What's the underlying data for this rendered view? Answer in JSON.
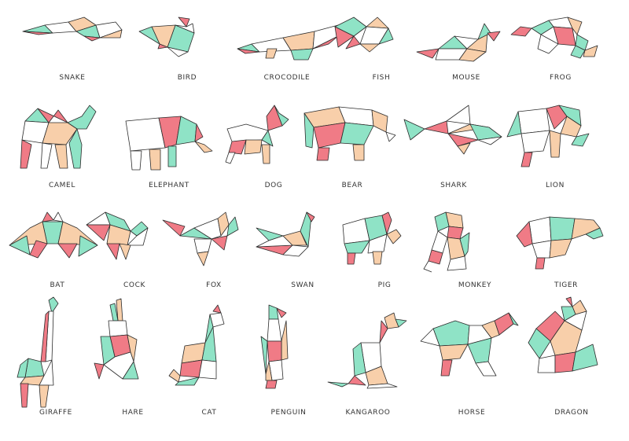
{
  "palette": {
    "mint": "#8fe3c6",
    "coral": "#f07b86",
    "peach": "#f8cfaa",
    "white": "#ffffff",
    "outline": "#2b2b2b",
    "label": "#333333"
  },
  "rows": [
    [
      {
        "label": "SNAKE",
        "shape": "snake"
      },
      {
        "label": "BIRD",
        "shape": "bird"
      },
      {
        "label": "CROCODILE",
        "shape": "crocodile"
      },
      {
        "label": "FISH",
        "shape": "fish"
      },
      {
        "label": "MOUSE",
        "shape": "mouse"
      },
      {
        "label": "FROG",
        "shape": "frog"
      }
    ],
    [
      {
        "label": "CAMEL",
        "shape": "camel"
      },
      {
        "label": "ELEPHANT",
        "shape": "elephant"
      },
      {
        "label": "DOG",
        "shape": "dog"
      },
      {
        "label": "BEAR",
        "shape": "bear"
      },
      {
        "label": "SHARK",
        "shape": "shark"
      },
      {
        "label": "LION",
        "shape": "lion"
      }
    ],
    [
      {
        "label": "BAT",
        "shape": "bat"
      },
      {
        "label": "COCK",
        "shape": "cock"
      },
      {
        "label": "FOX",
        "shape": "fox"
      },
      {
        "label": "SWAN",
        "shape": "swan"
      },
      {
        "label": "PIG",
        "shape": "pig"
      },
      {
        "label": "MONKEY",
        "shape": "monkey"
      },
      {
        "label": "TIGER",
        "shape": "tiger"
      }
    ],
    [
      {
        "label": "GIRAFFE",
        "shape": "giraffe"
      },
      {
        "label": "HARE",
        "shape": "hare"
      },
      {
        "label": "CAT",
        "shape": "cat"
      },
      {
        "label": "PENGUIN",
        "shape": "penguin"
      },
      {
        "label": "KANGAROO",
        "shape": "kangaroo"
      },
      {
        "label": "HORSE",
        "shape": "horse"
      },
      {
        "label": "DRAGON",
        "shape": "dragon"
      }
    ]
  ]
}
